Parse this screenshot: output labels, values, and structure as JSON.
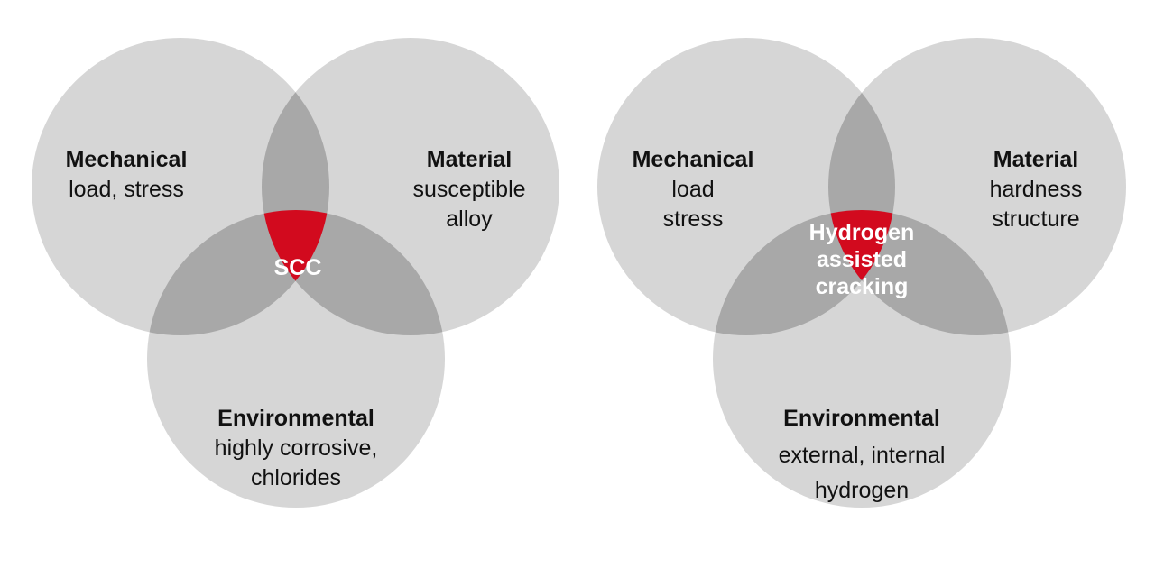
{
  "colors": {
    "circle_fill": "#d6d6d6",
    "overlap_fill": "#a8a8a8",
    "center_fill": "#d20a1e",
    "text": "#111111",
    "center_text": "#ffffff"
  },
  "diagrams": [
    {
      "center": {
        "lines": [
          "SCC"
        ]
      },
      "mechanical": {
        "title": "Mechanical",
        "lines": [
          "load, stress"
        ]
      },
      "material": {
        "title": "Material",
        "lines": [
          "susceptible",
          "alloy"
        ]
      },
      "environmental": {
        "title": "Environmental",
        "lines": [
          "highly corrosive,",
          "chlorides"
        ]
      }
    },
    {
      "center": {
        "lines": [
          "Hydrogen",
          "assisted",
          "cracking"
        ]
      },
      "mechanical": {
        "title": "Mechanical",
        "lines": [
          "load",
          "stress"
        ]
      },
      "material": {
        "title": "Material",
        "lines": [
          "hardness",
          "structure"
        ]
      },
      "environmental": {
        "title": "Environmental",
        "lines": [
          "external, internal",
          "hydrogen"
        ]
      }
    }
  ]
}
